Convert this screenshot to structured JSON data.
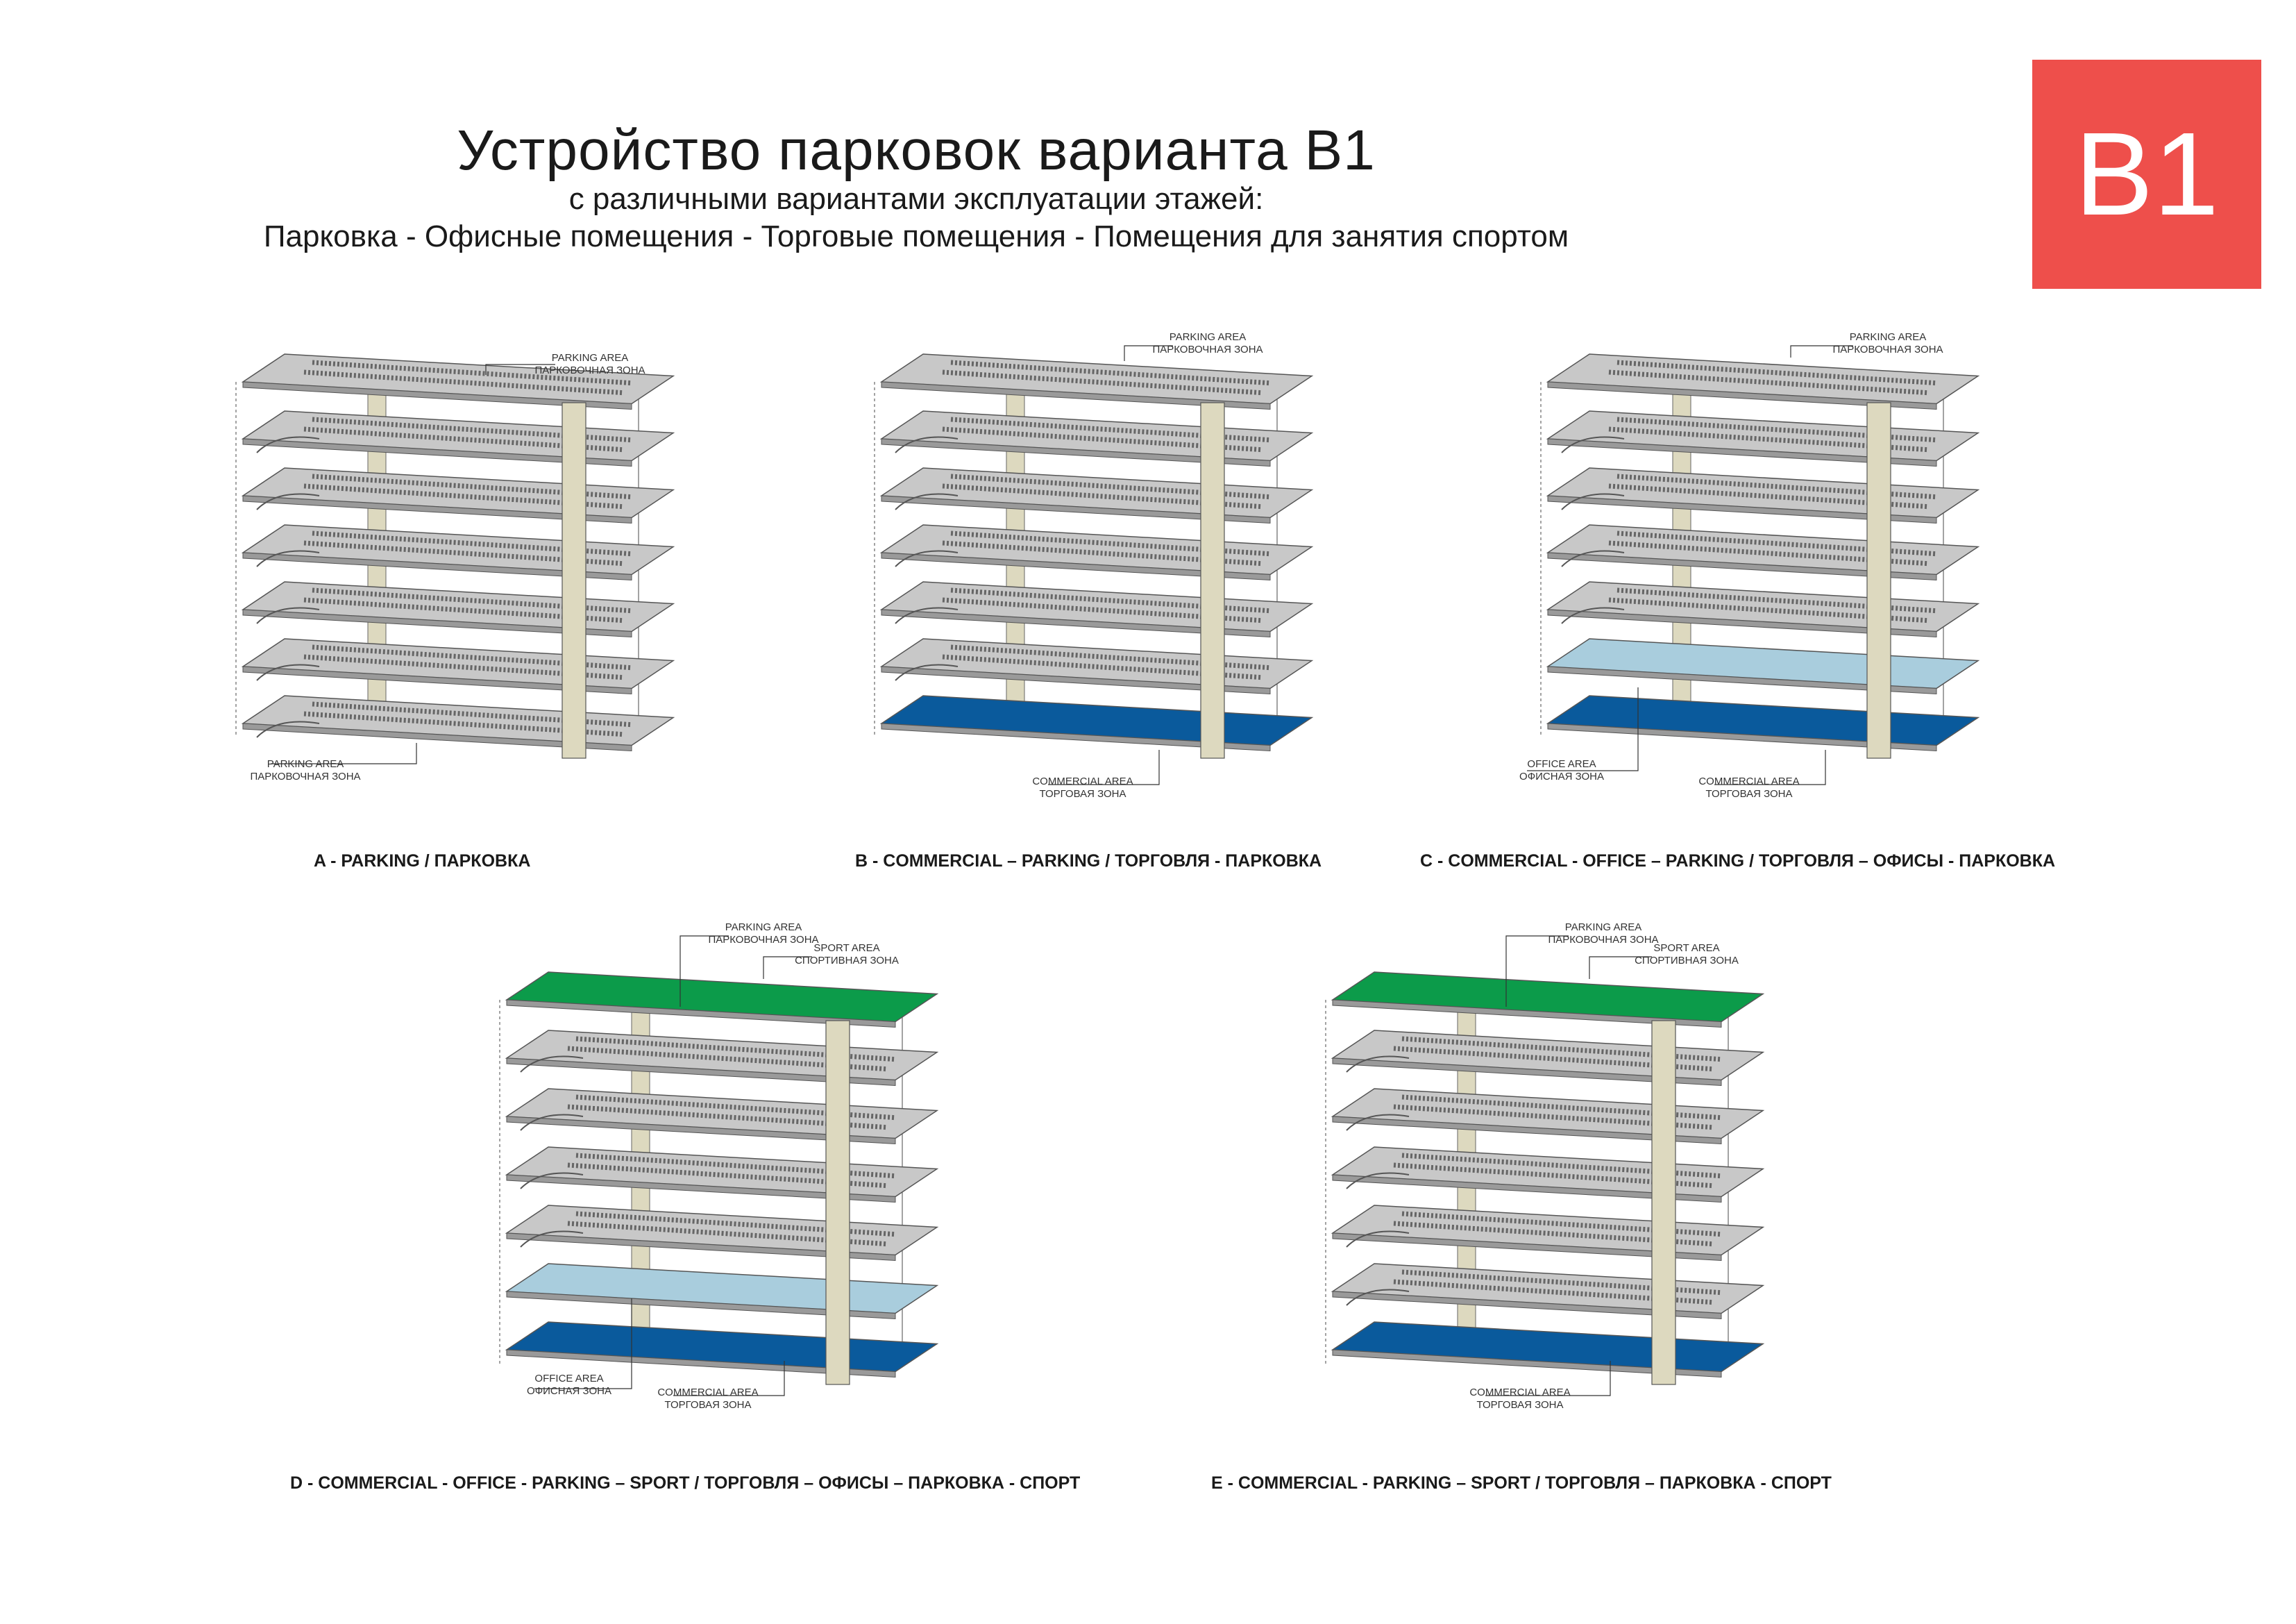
{
  "header": {
    "title": "Устройство парковок варианта В1",
    "subtitle_line1": "с различными вариантами эксплуатации этажей:",
    "subtitle_line2": "Парковка - Офисные помещения - Торговые помещения - Помещения для занятия спортом",
    "badge": "B1"
  },
  "labels": {
    "parking_en": "PARKING AREA",
    "parking_ru": "ПАРКОВОЧНАЯ ЗОНА",
    "commercial_en": "COMMERCIAL AREA",
    "commercial_ru": "ТОРГОВАЯ ЗОНА",
    "office_en": "OFFICE AREA",
    "office_ru": "ОФИСНАЯ ЗОНА",
    "sport_en": "SPORT AREA",
    "sport_ru": "СПОРТИВНАЯ ЗОНА"
  },
  "diagrams": [
    {
      "key": "A",
      "caption": "A - PARKING  / ПАРКОВКА"
    },
    {
      "key": "B",
      "caption": "B - COMMERCIAL – PARKING / ТОРГОВЛЯ - ПАРКОВКА"
    },
    {
      "key": "C",
      "caption": "C - COMMERCIAL - OFFICE – PARKING / ТОРГОВЛЯ – ОФИСЫ - ПАРКОВКА"
    },
    {
      "key": "D",
      "caption": "D - COMMERCIAL - OFFICE - PARKING – SPORT / ТОРГОВЛЯ – ОФИСЫ – ПАРКОВКА - СПОРТ"
    },
    {
      "key": "E",
      "caption": "E - COMMERCIAL - PARKING – SPORT / ТОРГОВЛЯ – ПАРКОВКА - СПОРТ"
    }
  ],
  "colors": {
    "badge": "#ee4f4b",
    "parking": "#c8c8c8",
    "commercial": "#0a5a9c",
    "office": "#a9cddd",
    "sport": "#0c9b4a",
    "core": "#ddd9bf"
  }
}
